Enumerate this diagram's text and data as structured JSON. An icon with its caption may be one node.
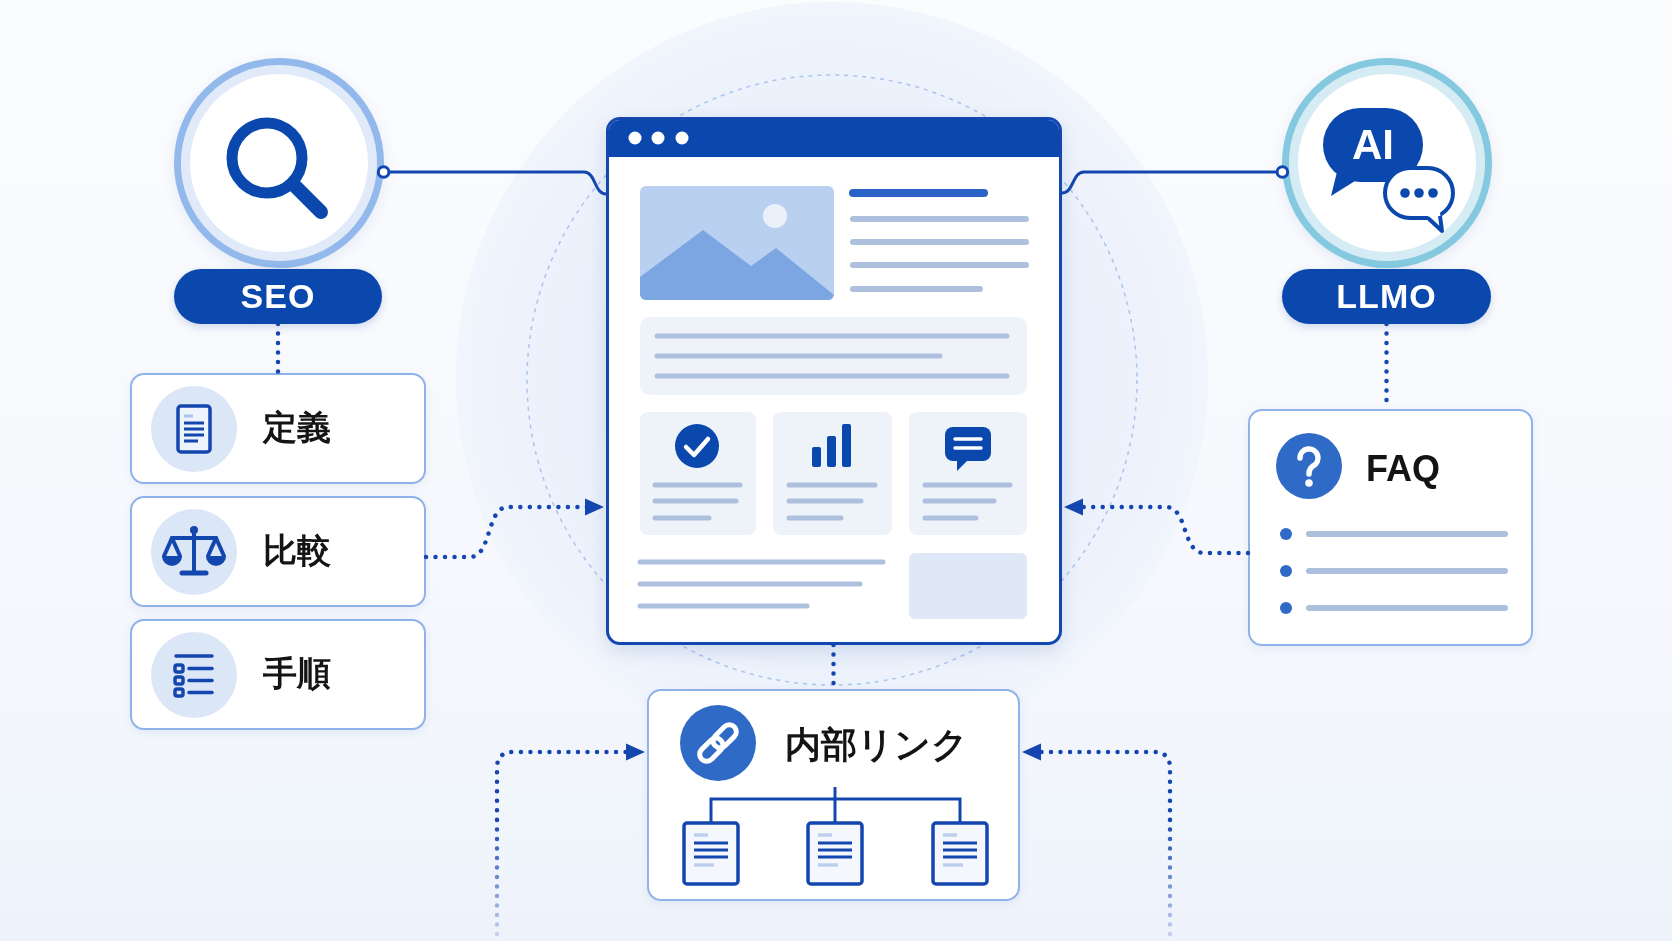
{
  "diagram": {
    "nodes": [
      {
        "text": [],
        "shape": "circle"
      },
      {
        "text": [
          "SEO"
        ]
      },
      {
        "text": [
          "定義"
        ]
      },
      {
        "text": [
          "比較"
        ]
      },
      {
        "text": [
          "手順"
        ]
      },
      {
        "text": [],
        "shape": "picture"
      },
      {
        "text": [
          "AI"
        ]
      },
      {
        "text": [
          "LLMO"
        ]
      },
      {
        "text": [
          "FAQ"
        ]
      },
      {
        "text": [
          "内部リンク"
        ]
      }
    ],
    "edges": [
      {
        "from": 0,
        "to": 5,
        "arrow": "other"
      },
      {
        "from": 6,
        "to": 5,
        "arrow": "other"
      },
      {
        "from": 1,
        "to": 2,
        "arrow": "none",
        "style": "dashed"
      },
      {
        "from": 3,
        "to": 5,
        "arrow": "to",
        "style": "dashed"
      },
      {
        "from": 7,
        "to": 8,
        "arrow": "none",
        "style": "dashed"
      },
      {
        "from": 8,
        "to": 5,
        "arrow": "to",
        "style": "dashed"
      },
      {
        "from": 5,
        "to": 9,
        "arrow": "none",
        "style": "dashed"
      },
      {
        "from": null,
        "to": 9,
        "arrow": "to",
        "style": "dashed"
      },
      {
        "from": null,
        "to": 9,
        "arrow": "to",
        "style": "dashed"
      }
    ]
  }
}
